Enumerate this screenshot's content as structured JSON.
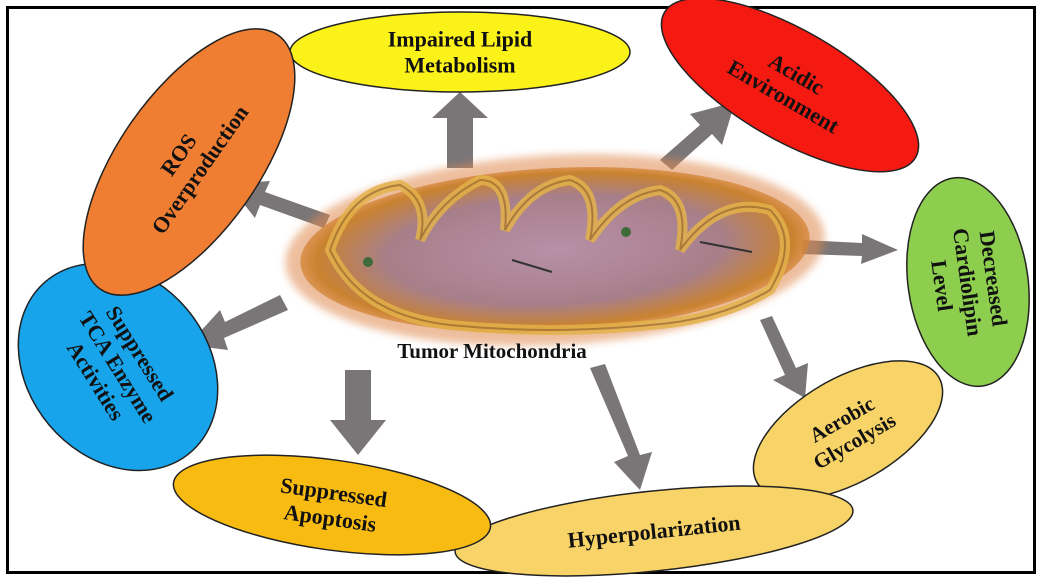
{
  "center": {
    "label": "Tumor Mitochondria"
  },
  "nodes": [
    {
      "id": "impaired-lipid",
      "lines": [
        "Impaired Lipid",
        "Metabolism"
      ],
      "color": "#fbf21a"
    },
    {
      "id": "acidic",
      "lines": [
        "Acidic",
        "Environment"
      ],
      "color": "#f41a12"
    },
    {
      "id": "cardiolipin",
      "lines": [
        "Decreased",
        "Cardiolipin",
        "Level"
      ],
      "color": "#8dce4e"
    },
    {
      "id": "aerobic",
      "lines": [
        "Aerobic",
        "Glycolysis"
      ],
      "color": "#f8d468"
    },
    {
      "id": "hyperpol",
      "lines": [
        "Hyperpolarization"
      ],
      "color": "#f8d468"
    },
    {
      "id": "apoptosis",
      "lines": [
        "Suppressed",
        "Apoptosis"
      ],
      "color": "#f8bb12"
    },
    {
      "id": "tca",
      "lines": [
        "Suppressed",
        "TCA Enzyme",
        "Activities"
      ],
      "color": "#18a4ea"
    },
    {
      "id": "ros",
      "lines": [
        "ROS",
        "Overproduction"
      ],
      "color": "#ef7e32"
    }
  ],
  "colors": {
    "arrow": "#7a7678",
    "border": "#000000"
  }
}
